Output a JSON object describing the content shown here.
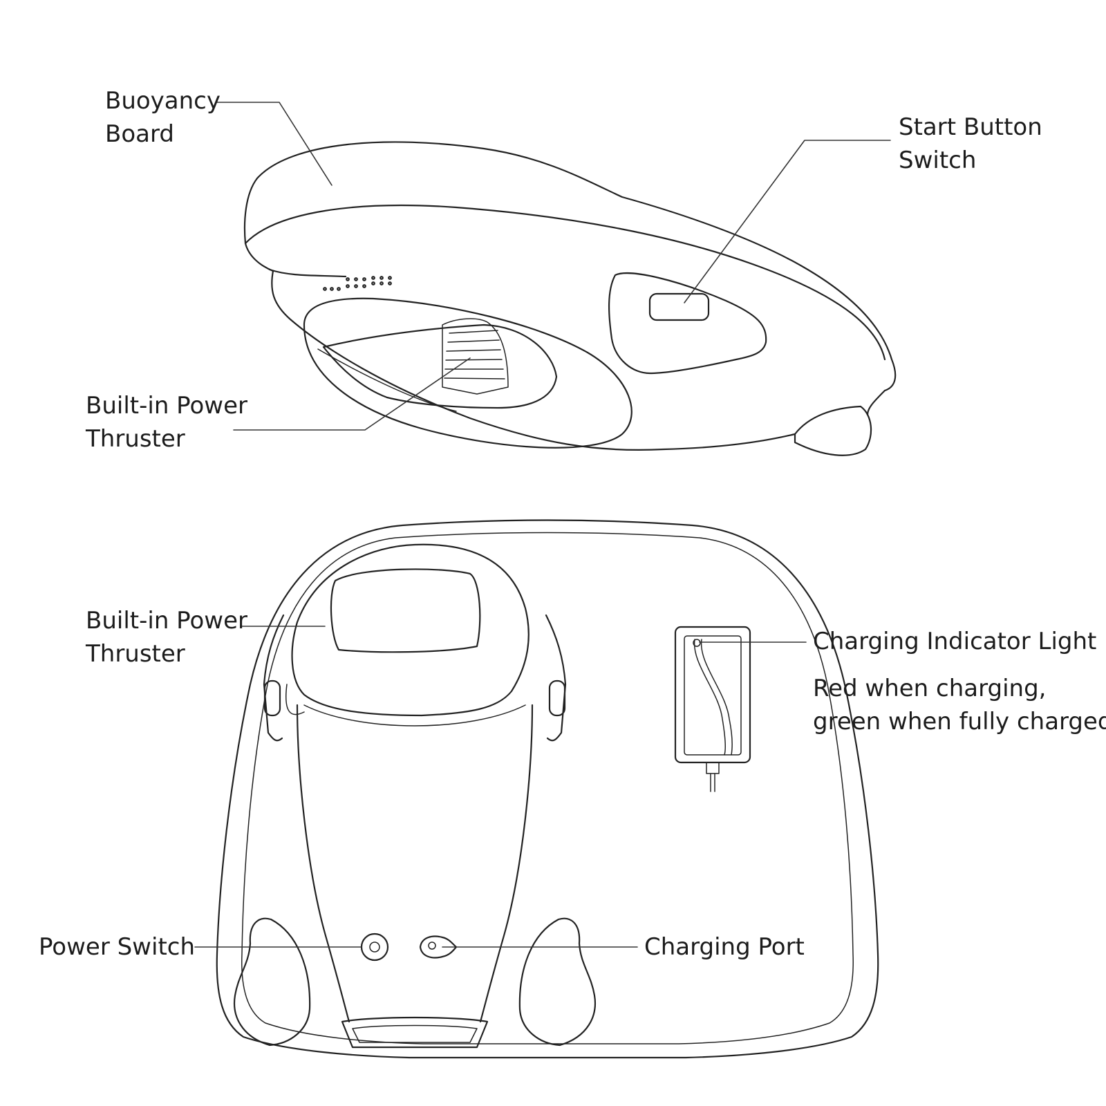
{
  "labels": {
    "buoyancy_board": [
      "Buoyancy",
      "Board"
    ],
    "start_button_switch": [
      "Start Button",
      "Switch"
    ],
    "thruster_top": [
      "Built-in Power",
      "Thruster"
    ],
    "thruster_bottom": [
      "Built-in Power",
      "Thruster"
    ],
    "charging_indicator": "Charging Indicator Light",
    "charging_note": [
      "Red when charging,",
      "green when fully charged"
    ],
    "power_switch": "Power Switch",
    "charging_port": "Charging Port"
  }
}
